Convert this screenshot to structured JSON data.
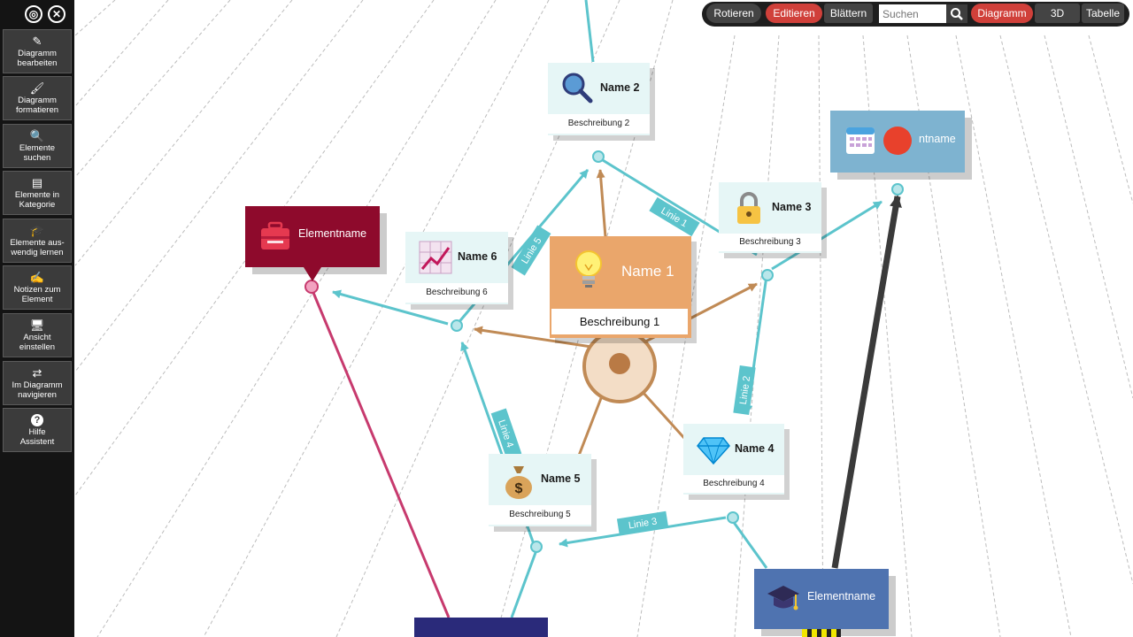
{
  "sidebar": {
    "top_icons": [
      {
        "name": "settings-circle-icon",
        "glyph": "◎"
      },
      {
        "name": "close-circle-icon",
        "glyph": "✕"
      }
    ],
    "items": [
      {
        "label": "Diagramm\nbearbeiten",
        "icon": "pencil-icon",
        "glyph": "✎"
      },
      {
        "label": "Diagramm\nformatieren",
        "icon": "brush-icon",
        "glyph": "🖌"
      },
      {
        "label": "Elemente\nsuchen",
        "icon": "search-icon",
        "glyph": "🔍"
      },
      {
        "label": "Elemente in\nKategorie",
        "icon": "category-card-icon",
        "glyph": "▤"
      },
      {
        "label": "Elemente aus-\nwendig lernen",
        "icon": "graduation-cap-icon",
        "glyph": "🎓"
      },
      {
        "label": "Notizen zum\nElement",
        "icon": "note-edit-icon",
        "glyph": "✍"
      },
      {
        "label": "Ansicht\neinstellen",
        "icon": "monitor-icon",
        "glyph": "🖥"
      },
      {
        "label": "Im Diagramm\nnavigieren",
        "icon": "swap-arrows-icon",
        "glyph": "⇄"
      },
      {
        "label": "Hilfe\nAssistent",
        "icon": "help-icon",
        "glyph": "?"
      }
    ]
  },
  "toolbar": {
    "rotieren": "Rotieren",
    "editieren": "Editieren",
    "blaettern": "Blättern",
    "search_placeholder": "Suchen",
    "diagramm": "Diagramm",
    "three_d": "3D",
    "tabelle": "Tabelle"
  },
  "nodes": {
    "n1": {
      "name": "Name 1",
      "desc": "Beschreibung 1",
      "icon": "lightbulb-icon"
    },
    "n2": {
      "name": "Name 2",
      "desc": "Beschreibung 2",
      "icon": "magnifier-icon"
    },
    "n3": {
      "name": "Name 3",
      "desc": "Beschreibung 3",
      "icon": "padlock-icon"
    },
    "n4": {
      "name": "Name 4",
      "desc": "Beschreibung 4",
      "icon": "diamond-icon"
    },
    "n5": {
      "name": "Name 5",
      "desc": "Beschreibung 5",
      "icon": "money-bag-icon"
    },
    "n6": {
      "name": "Name 6",
      "desc": "Beschreibung 6",
      "icon": "growth-chart-icon"
    }
  },
  "elements": {
    "red": {
      "name": "Elementname",
      "icon": "briefcase-icon"
    },
    "blue_top": {
      "name": "ntname",
      "icon": "calendar-icon"
    },
    "blue_bottom": {
      "name": "Elementname",
      "icon": "graduation-cap-icon"
    }
  },
  "links": [
    "Linie 1",
    "Linie 2",
    "Linie 3",
    "Linie 4",
    "Linie 5"
  ],
  "colors": {
    "teal": "#5cc4cc",
    "orange": "#c08a55",
    "magenta": "#c73a6e",
    "dark": "#3a3a3a",
    "red_accent": "#d0403a",
    "name1_bg": "#eaa66b",
    "element_red": "#8e0a2c",
    "element_blue_top": "#7eb3d0",
    "element_blue_bottom": "#4f73b0",
    "element_navy": "#2a2a7a"
  }
}
